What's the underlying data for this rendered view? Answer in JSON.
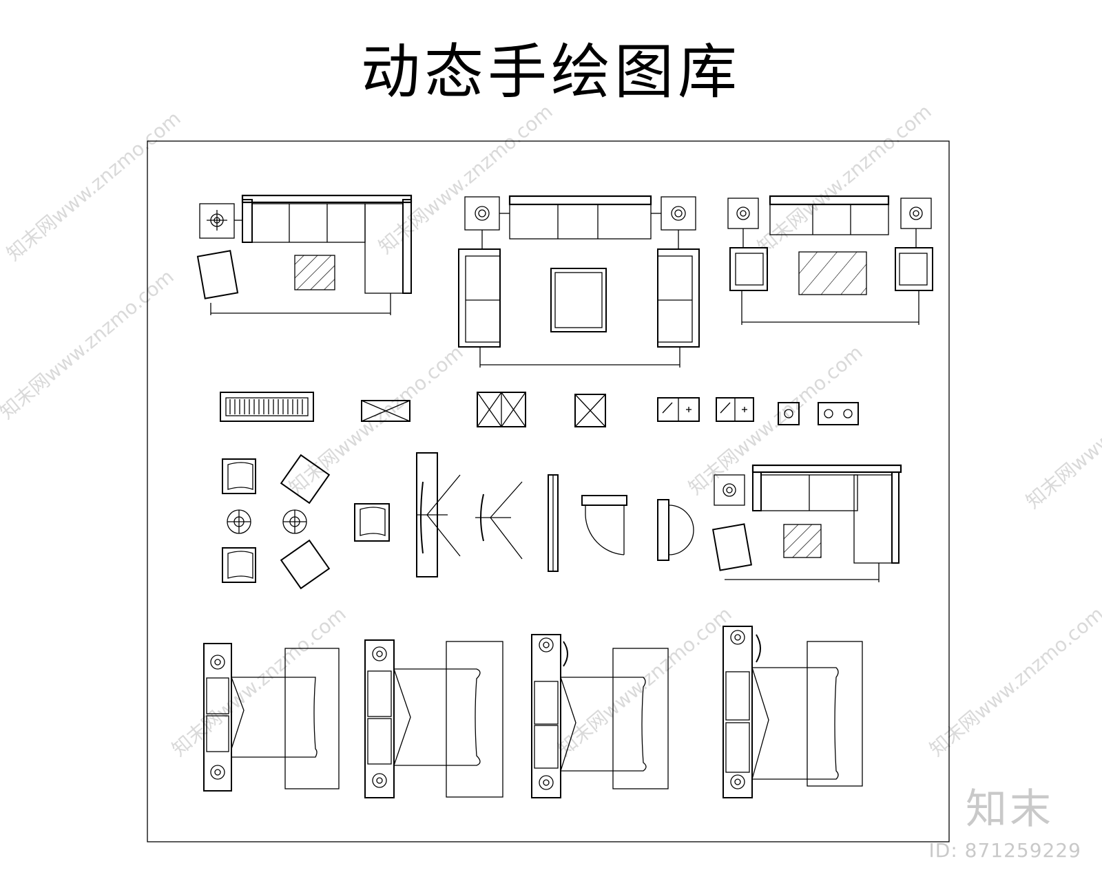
{
  "title": "动态手绘图库",
  "watermark": {
    "logo": "知末",
    "image_id": "ID: 871259229",
    "pattern_text": "知末网www.znzmo.com"
  },
  "colors": {
    "line": "#000000",
    "watermark": "#d0d0d0"
  },
  "symbols": [
    "sofa-set-corner-top-left",
    "sofa-set-symmetric",
    "sofa-set-armchairs",
    "radiator",
    "window-single",
    "cabinet-double",
    "cabinet-single",
    "sink-double",
    "sink-double-small",
    "stove-single",
    "stove-double",
    "armchair-group",
    "armchair",
    "door-sliding",
    "door-swing-wide",
    "door-jamb",
    "door-swing",
    "door-double-small",
    "sofa-set-corner",
    "bed-1",
    "bed-2",
    "bed-3",
    "bed-4"
  ]
}
